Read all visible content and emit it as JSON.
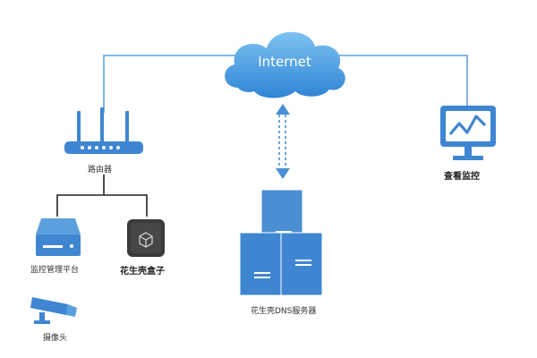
{
  "colors": {
    "accent": "#4a90d6",
    "device_blue": "#3f86d2",
    "line": "#7fb7e6",
    "connector": "#222222",
    "box_dark": "#3b3b3b"
  },
  "nodes": {
    "internet": {
      "label": "Internet",
      "icon": "cloud-icon"
    },
    "router": {
      "label": "路由器",
      "icon": "router-icon"
    },
    "monitor_view": {
      "label": "查看监控",
      "icon": "monitor-chart-icon"
    },
    "dns_servers": {
      "label": "花生壳DNS服务器",
      "icon": "server-stack-icon"
    },
    "nvr": {
      "label": "监控管理平台",
      "icon": "nvr-icon"
    },
    "box": {
      "label": "花生壳盒子",
      "icon": "peanut-box-icon"
    },
    "camera": {
      "label": "摄像头",
      "icon": "camera-icon"
    }
  }
}
